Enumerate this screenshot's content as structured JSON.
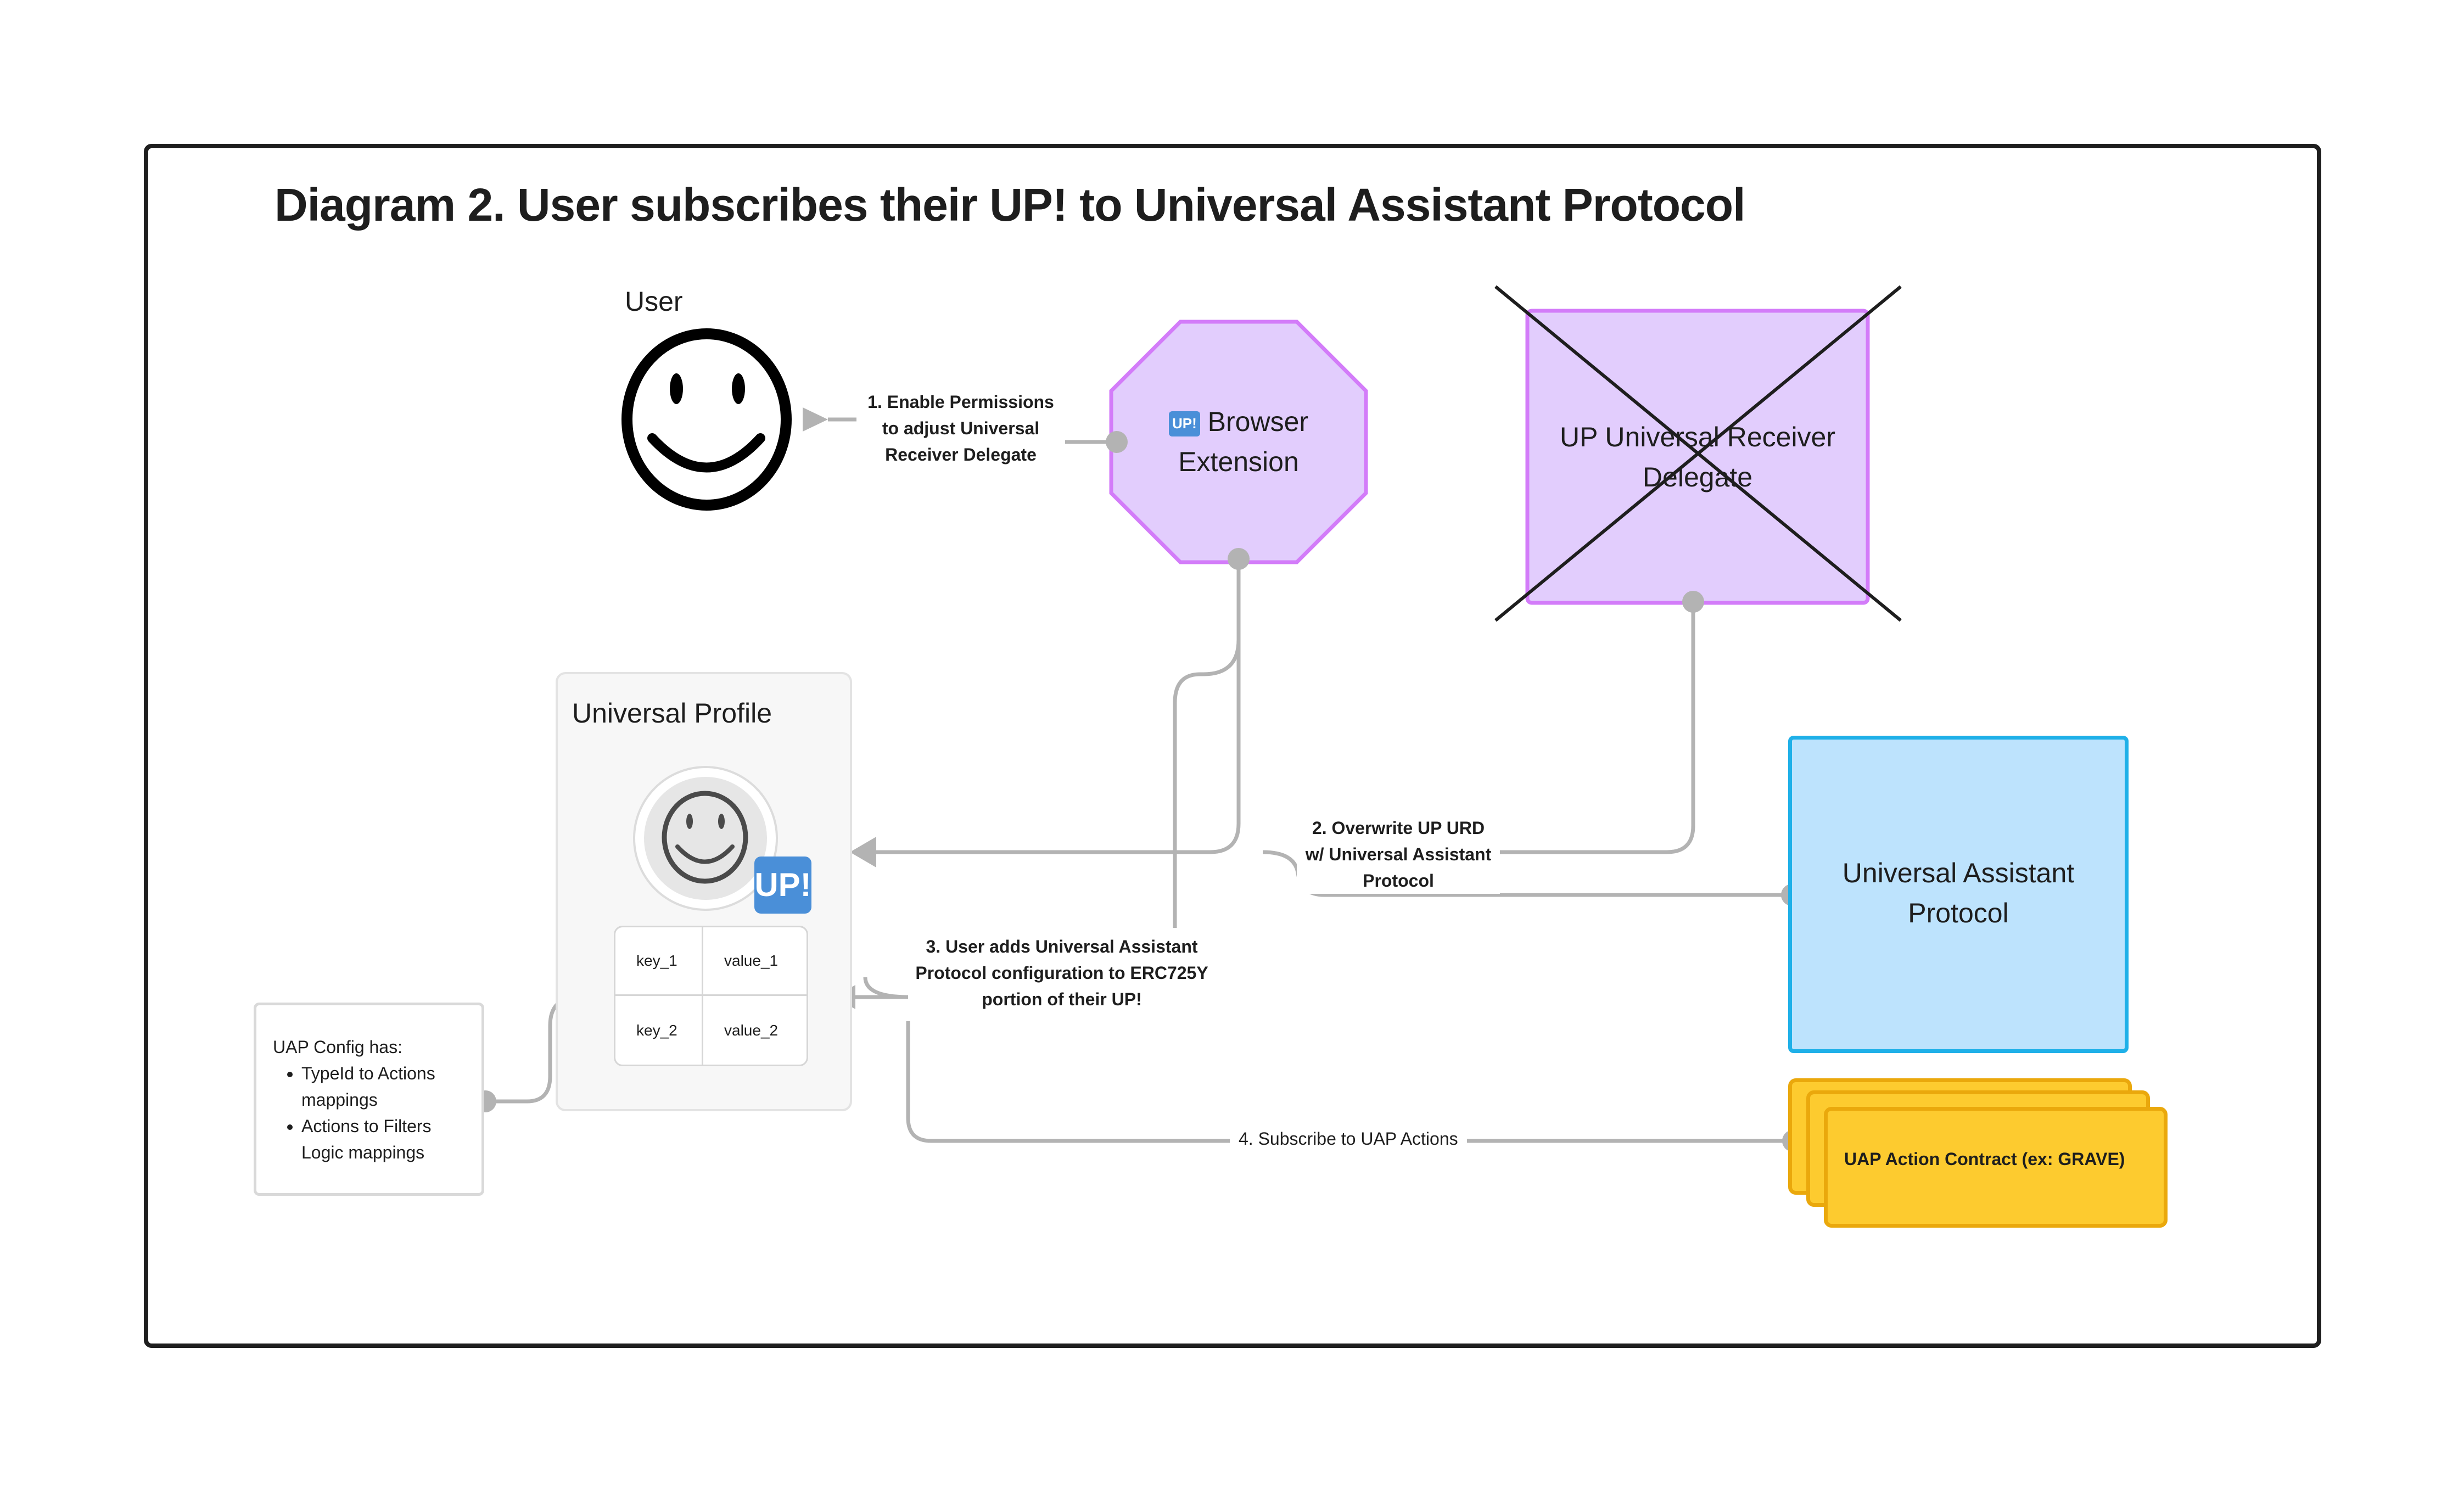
{
  "title": "Diagram 2. User subscribes their UP! to Universal Assistant Protocol",
  "user": {
    "label": "User"
  },
  "browser_extension": {
    "badge": "UP!",
    "label_line1": "Browser",
    "label_line2": "Extension"
  },
  "urd": {
    "label_line1": "UP Universal Receiver",
    "label_line2": "Delegate"
  },
  "universal_profile": {
    "title": "Universal Profile",
    "badge": "UP!",
    "table": [
      {
        "key": "key_1",
        "value": "value_1"
      },
      {
        "key": "key_2",
        "value": "value_2"
      }
    ]
  },
  "config": {
    "heading": "UAP Config has:",
    "items": [
      {
        "line1": "TypeId to Actions",
        "line2": "mappings"
      },
      {
        "line1": "Actions to Filters",
        "line2": "Logic mappings"
      }
    ]
  },
  "uap": {
    "label_line1": "Universal Assistant",
    "label_line2": "Protocol"
  },
  "action_contract": {
    "label": "UAP Action Contract (ex: GRAVE)"
  },
  "steps": {
    "step1": {
      "line1": "1. Enable Permissions",
      "line2": "to adjust Universal",
      "line3": "Receiver Delegate"
    },
    "step2": {
      "line1": "2. Overwrite UP URD",
      "line2": "w/ Universal Assistant",
      "line3": "Protocol"
    },
    "step3": {
      "line1": "3. User adds Universal Assistant",
      "line2": "Protocol configuration to ERC725Y",
      "line3": "portion of their UP!"
    },
    "step4": {
      "label": "4. Subscribe to UAP Actions"
    }
  },
  "colors": {
    "purple_fill": "#e2cdfd",
    "purple_stroke": "#d37cf9",
    "blue_fill": "#bde3fd",
    "blue_stroke": "#1fb0e8",
    "yellow_fill": "#fdcb2f",
    "yellow_stroke": "#eaa80c",
    "connector": "#b3b3b3"
  }
}
